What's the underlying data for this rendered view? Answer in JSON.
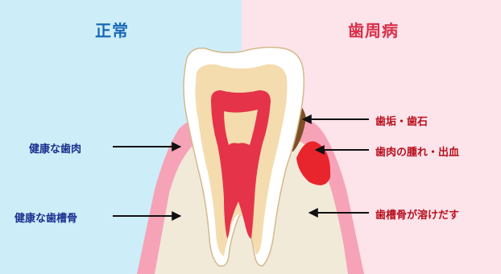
{
  "colors": {
    "left_bg": "#cdeef9",
    "right_bg": "#fde3ea",
    "normal_title": "#1b69b6",
    "disease_title": "#d8304a",
    "normal_text": "#1b2f8f",
    "disease_text": "#b8111f",
    "gum": "#f6a3b8",
    "bone": "#f1ead9",
    "enamel": "#ffffff",
    "dentin": "#f4dcae",
    "pulp": "#e5334a"
  },
  "panels": {
    "normal": {
      "title": "正常",
      "labels": {
        "healthy_gum": "健康な歯肉",
        "healthy_bone": "健康な歯槽骨"
      }
    },
    "disease": {
      "title": "歯周病",
      "labels": {
        "plaque_tartar": "歯垢・歯石",
        "gum_swelling": "歯肉の腫れ・出血",
        "bone_loss": "歯槽骨が溶けだす"
      }
    }
  }
}
